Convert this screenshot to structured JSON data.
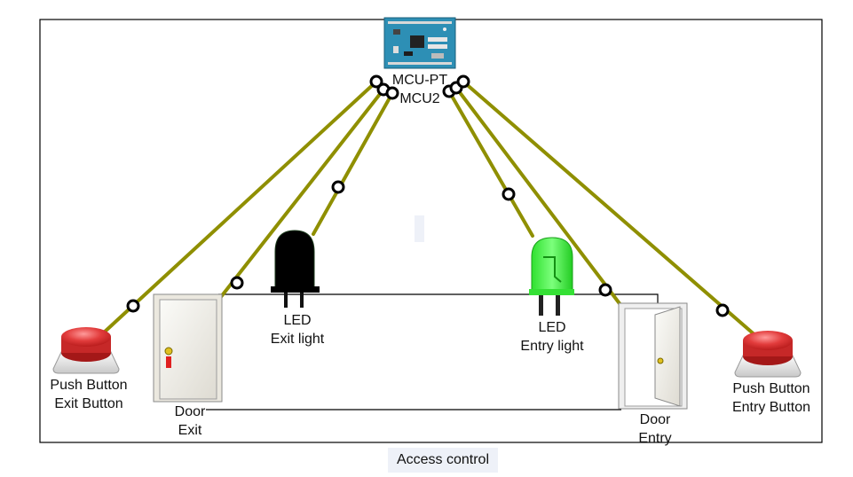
{
  "caption": "Access control",
  "devices": {
    "mcu": {
      "line1": "MCU-PT",
      "line2": "MCU2"
    },
    "exit_button": {
      "line1": "Push Button",
      "line2": "Exit Button"
    },
    "entry_button": {
      "line1": "Push Button",
      "line2": "Entry Button"
    },
    "exit_led": {
      "line1": "LED",
      "line2": "Exit light"
    },
    "entry_led": {
      "line1": "LED",
      "line2": "Entry light"
    },
    "exit_door": {
      "line1": "Door",
      "line2": "Exit"
    },
    "entry_door": {
      "line1": "Door",
      "line2": "Entry"
    }
  },
  "colors": {
    "cable": "#8f8f00",
    "connector": "#000000",
    "exit_led_state": "#000000",
    "entry_led_state": "#33ee33",
    "button": "#e23c3c",
    "mcu_board": "#2d8fb5"
  }
}
